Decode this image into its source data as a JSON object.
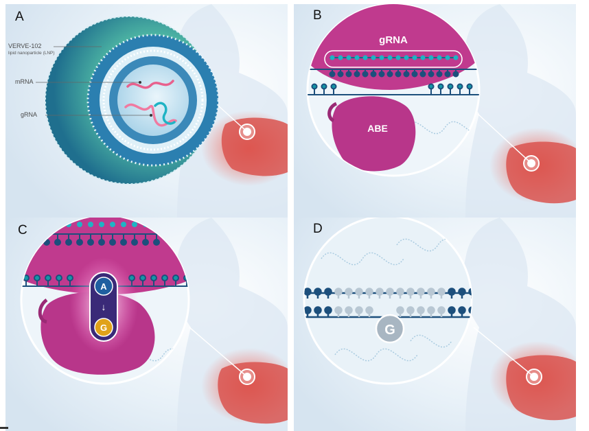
{
  "panels": {
    "a": {
      "letter": "A",
      "labels": {
        "lnp_name": "VERVE-102",
        "lnp_desc": "lipid nanoparticle (LNP)",
        "mrna": "mRNA",
        "grna": "gRNA"
      }
    },
    "b": {
      "letter": "B",
      "grna": "gRNA",
      "enzyme": "ABE"
    },
    "c": {
      "letter": "C",
      "base_from": "A",
      "arrow": "↓",
      "base_to": "G"
    },
    "d": {
      "letter": "D",
      "base": "G"
    }
  },
  "colors": {
    "magenta": "#c03a8e",
    "teal": "#1596a6",
    "navy": "#1c4f7c",
    "liver_red": "#d9534f",
    "base_a_blue": "#1f5fa0",
    "base_g_gold": "#e0a21a"
  },
  "icons": [
    "liver-marker-icon",
    "dna-strand-icon",
    "lipid-nanoparticle-icon"
  ]
}
